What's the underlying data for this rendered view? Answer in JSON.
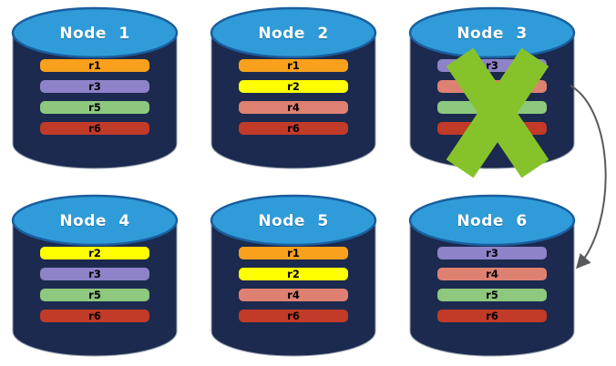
{
  "diagram": {
    "nodes": [
      {
        "id": "node-1",
        "label": "Node 1",
        "failed": false,
        "rows": [
          {
            "label": "r1",
            "color": "#F9A11C"
          },
          {
            "label": "r3",
            "color": "#8E82C8"
          },
          {
            "label": "r5",
            "color": "#8DC87E"
          },
          {
            "label": "r6",
            "color": "#C23A28"
          }
        ]
      },
      {
        "id": "node-2",
        "label": "Node 2",
        "failed": false,
        "rows": [
          {
            "label": "r1",
            "color": "#F9A11C"
          },
          {
            "label": "r2",
            "color": "#FFFF00"
          },
          {
            "label": "r4",
            "color": "#DE8172"
          },
          {
            "label": "r6",
            "color": "#C23A28"
          }
        ]
      },
      {
        "id": "node-3",
        "label": "Node 3",
        "failed": true,
        "rows": [
          {
            "label": "r3",
            "color": "#8E82C8"
          },
          {
            "label": "r4",
            "color": "#DE8172"
          },
          {
            "label": "r5",
            "color": "#8DC87E"
          },
          {
            "label": "r6",
            "color": "#C23A28"
          }
        ]
      },
      {
        "id": "node-4",
        "label": "Node 4",
        "failed": false,
        "rows": [
          {
            "label": "r2",
            "color": "#FFFF00"
          },
          {
            "label": "r3",
            "color": "#8E82C8"
          },
          {
            "label": "r5",
            "color": "#8DC87E"
          },
          {
            "label": "r6",
            "color": "#C23A28"
          }
        ]
      },
      {
        "id": "node-5",
        "label": "Node 5",
        "failed": false,
        "rows": [
          {
            "label": "r1",
            "color": "#F9A11C"
          },
          {
            "label": "r2",
            "color": "#FFFF00"
          },
          {
            "label": "r4",
            "color": "#DE8172"
          },
          {
            "label": "r6",
            "color": "#C23A28"
          }
        ]
      },
      {
        "id": "node-6",
        "label": "Node 6",
        "failed": false,
        "rows": [
          {
            "label": "r3",
            "color": "#8E82C8"
          },
          {
            "label": "r4",
            "color": "#DE8172"
          },
          {
            "label": "r5",
            "color": "#8DC87E"
          },
          {
            "label": "r6",
            "color": "#C23A28"
          }
        ]
      }
    ],
    "arrow": {
      "from": "Node 3",
      "to": "Node 6"
    },
    "colors": {
      "cylinder_body": "#1B2A4E",
      "cylinder_top": "#2F9CD9",
      "cylinder_top_border": "#1A5E9E",
      "cylinder_outline": "#97A0AF",
      "failure_x": "#86C32A",
      "arrow": "#58595B",
      "node_title": "#FFFFFF",
      "row_label": "#000000"
    }
  }
}
